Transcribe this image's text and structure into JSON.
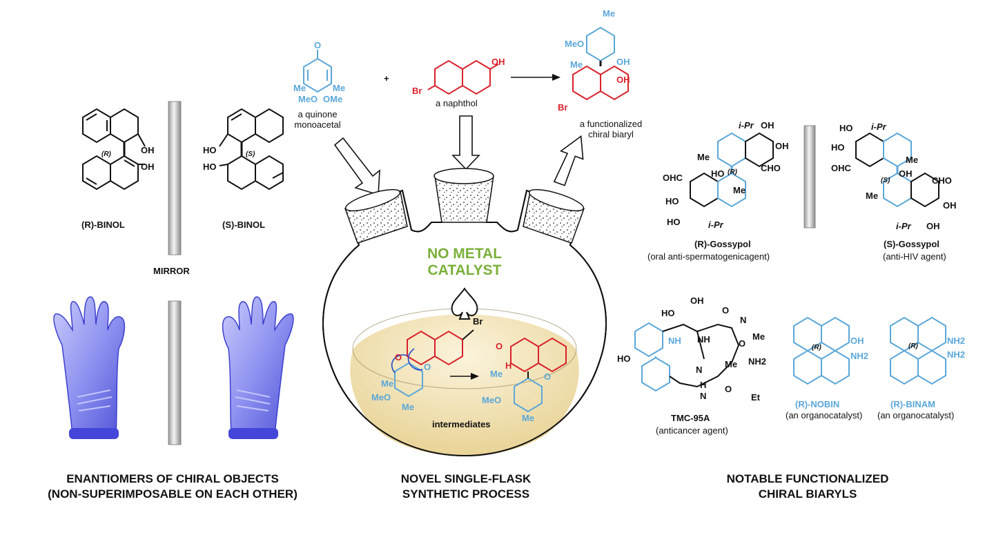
{
  "left": {
    "r_binol_label": "(R)-BINOL",
    "s_binol_label": "(S)-BINOL",
    "r_stereo": "(R)",
    "s_stereo": "(S)",
    "oh": "OH",
    "ho": "HO",
    "mirror": "MIRROR",
    "title_line1": "ENANTIOMERS OF CHIRAL OBJECTS",
    "title_line2": "(NON-SUPERIMPOSABLE ON EACH OTHER)"
  },
  "center": {
    "quinone_caption_line1": "a quinone",
    "quinone_caption_line2": "monoacetal",
    "plus": "+",
    "naphthol_caption": "a naphthol",
    "biaryl_caption_line1": "a functionalized",
    "biaryl_caption_line2": "chiral biaryl",
    "no_metal_line1": "NO METAL",
    "no_metal_line2": "CATALYST",
    "intermediates": "intermediates",
    "title_line1": "NOVEL SINGLE-FLASK",
    "title_line2": "SYNTHETIC PROCESS",
    "atoms": {
      "o": "O",
      "me": "Me",
      "meo": "MeO",
      "ome": "OMe",
      "br": "Br",
      "oh": "OH",
      "h": "H"
    }
  },
  "right": {
    "r_gossypol_label": "(R)-Gossypol",
    "r_gossypol_caption": "(oral anti-spermatogenicagent)",
    "s_gossypol_label": "(S)-Gossypol",
    "s_gossypol_caption": "(anti-HIV agent)",
    "tmc_label": "TMC-95A",
    "tmc_caption": "(anticancer agent)",
    "nobin_label": "(R)-NOBIN",
    "nobin_caption": "(an organocatalyst)",
    "binam_label": "(R)-BINAM",
    "binam_caption": "(an organocatalyst)",
    "title_line1": "NOTABLE FUNCTIONALIZED",
    "title_line2": "CHIRAL BIARYLS",
    "atoms": {
      "ipr": "i-Pr",
      "oh": "OH",
      "ho": "HO",
      "me": "Me",
      "cho": "CHO",
      "ohc": "OHC",
      "r": "(R)",
      "s": "(S)",
      "nh": "NH",
      "nh2": "NH2",
      "n": "N",
      "h": "H",
      "o": "O",
      "et": "Et"
    }
  },
  "colors": {
    "blue": "#5aa7d9",
    "red": "#d8212a",
    "green": "#7ab03a",
    "glove": "#6f72e8",
    "flask_liquid": "#f0dfae"
  }
}
